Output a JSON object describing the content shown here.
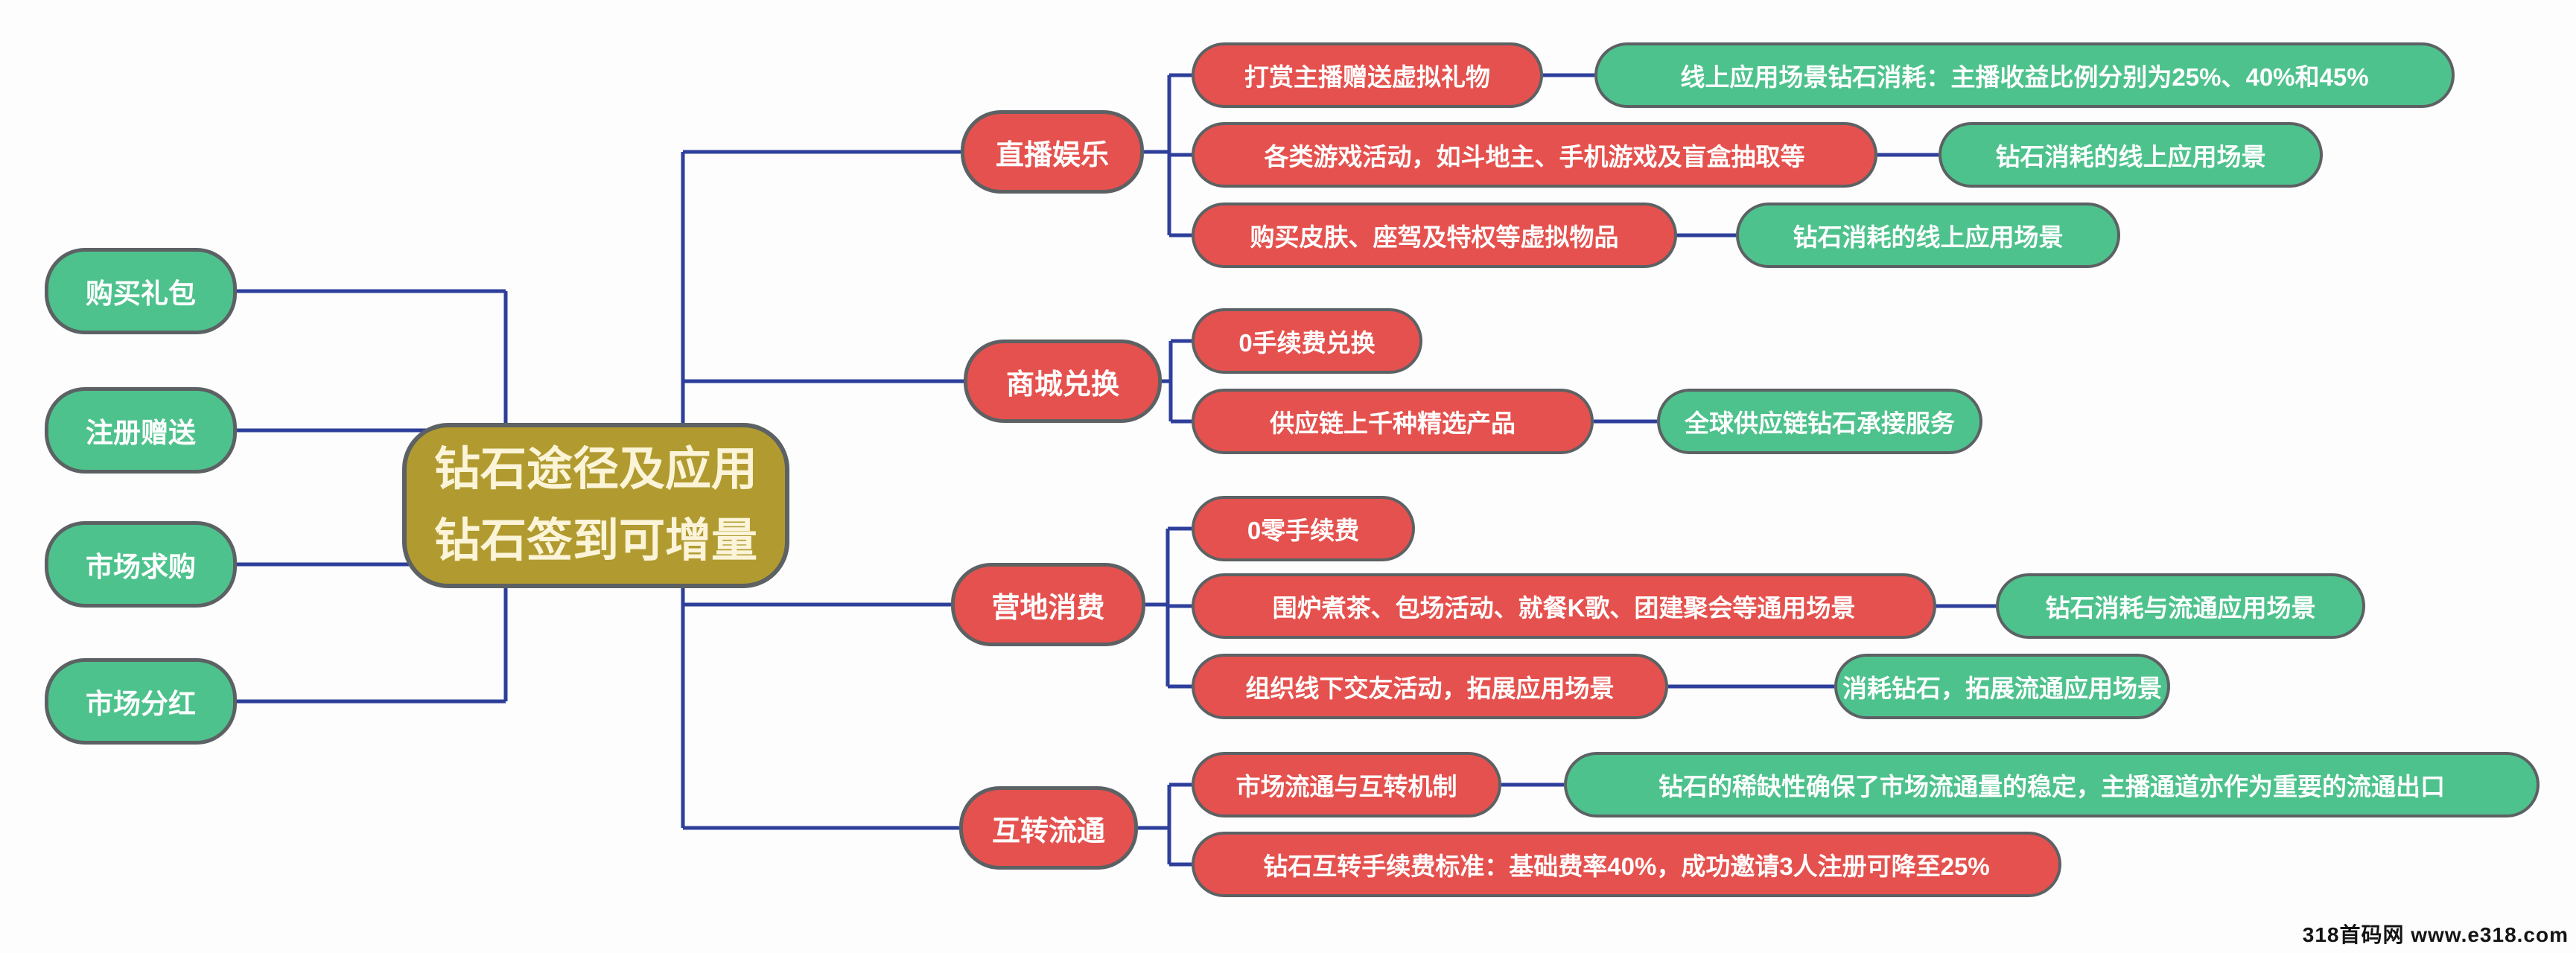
{
  "colors": {
    "red": "#e5514e",
    "green": "#4ec28d",
    "gold": "#b19b30",
    "line": "#2e3f9b",
    "border": "#5c6164",
    "bg": "#fdfdfd",
    "node-text": "#ffffff",
    "gold-text": "#fbf4d8"
  },
  "root": {
    "line1": "钻石途径及应用",
    "line2": "钻石签到可增量"
  },
  "sources": [
    {
      "label": "购买礼包"
    },
    {
      "label": "注册赠送"
    },
    {
      "label": "市场求购"
    },
    {
      "label": "市场分红"
    }
  ],
  "branches": [
    {
      "label": "直播娱乐",
      "children": [
        {
          "label": "打赏主播赠送虚拟礼物",
          "note": "线上应用场景钻石消耗：主播收益比例分别为25%、40%和45%"
        },
        {
          "label": "各类游戏活动，如斗地主、手机游戏及盲盒抽取等",
          "note": "钻石消耗的线上应用场景"
        },
        {
          "label": "购买皮肤、座驾及特权等虚拟物品",
          "note": "钻石消耗的线上应用场景"
        }
      ]
    },
    {
      "label": "商城兑换",
      "children": [
        {
          "label": "0手续费兑换"
        },
        {
          "label": "供应链上千种精选产品",
          "note": "全球供应链钻石承接服务"
        }
      ]
    },
    {
      "label": "营地消费",
      "children": [
        {
          "label": "0零手续费"
        },
        {
          "label": "围炉煮茶、包场活动、就餐K歌、团建聚会等通用场景",
          "note": "钻石消耗与流通应用场景"
        },
        {
          "label": "组织线下交友活动，拓展应用场景",
          "note": "消耗钻石，拓展流通应用场景"
        }
      ]
    },
    {
      "label": "互转流通",
      "children": [
        {
          "label": "市场流通与互转机制",
          "note": "钻石的稀缺性确保了市场流通量的稳定，主播通道亦作为重要的流通出口"
        },
        {
          "label": "钻石互转手续费标准：基础费率40%，成功邀请3人注册可降至25%"
        }
      ]
    }
  ],
  "watermark": "318首码网 www.e318.com"
}
